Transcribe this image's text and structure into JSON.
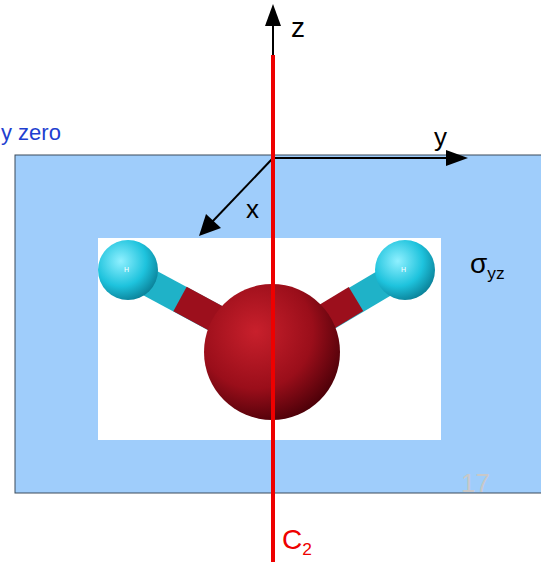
{
  "diagram": {
    "labels": [
      "y zero",
      "z",
      "y",
      "x",
      "σyz",
      "C2",
      "H",
      "H",
      "17"
    ]
  }
}
